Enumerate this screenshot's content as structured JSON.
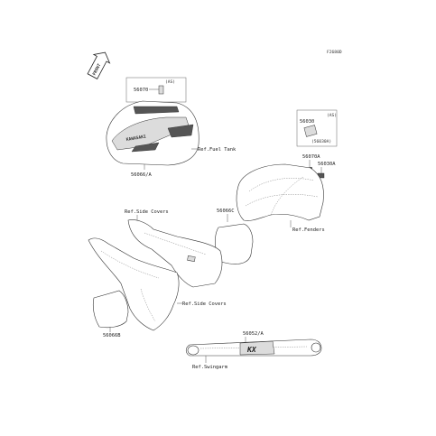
{
  "figure_code": "F2680D",
  "front_badge": "FRONT",
  "labels": {
    "p56070": "56070",
    "p56070_as": "(AS)",
    "ref_fuel_tank": "Ref.Fuel Tank",
    "p56066A": "56066/A",
    "p56030": "56030",
    "p56030_as": "(AS)",
    "p56030A_bracket": "(56030A)",
    "p56070A": "56070A",
    "p56030A": "56030A",
    "ref_side_covers_top": "Ref.Side Covers",
    "p56066C": "56066C",
    "ref_fenders": "Ref.Fenders",
    "ref_side_covers_mid": "Ref.Side Covers",
    "p56066B": "56066B",
    "p56052A": "56052/A",
    "ref_swingarm": "Ref.Swingarm",
    "swingarm_decal": "KX"
  }
}
